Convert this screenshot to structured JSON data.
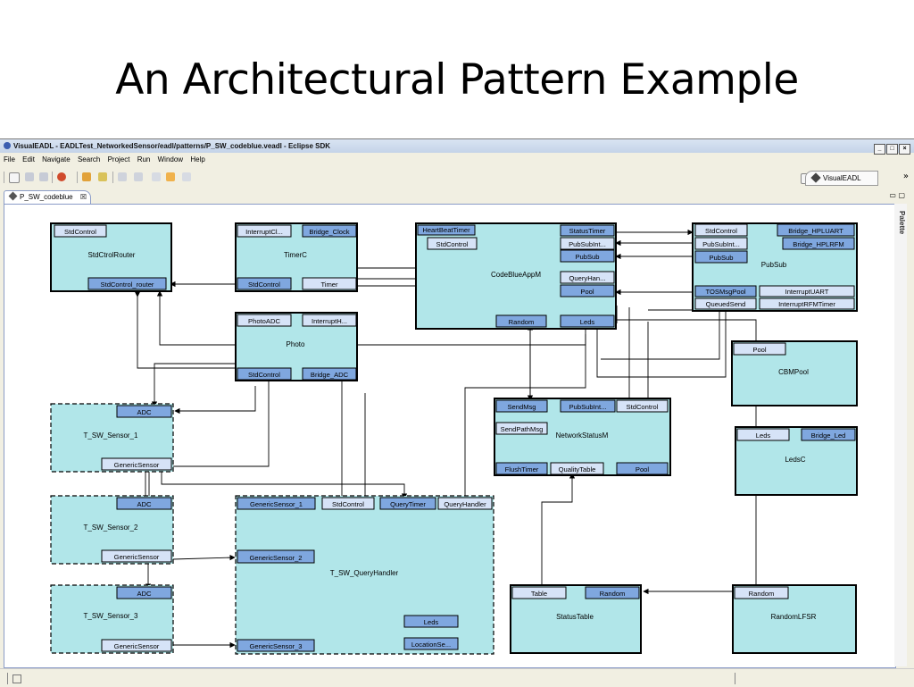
{
  "slide": {
    "title": "An Architectural Pattern Example"
  },
  "window": {
    "title": "VisualEADL - EADLTest_NetworkedSensor/eadl/patterns/P_SW_codeblue.veadl - Eclipse SDK",
    "buttons": [
      "_",
      "□",
      "×"
    ]
  },
  "menu": [
    "File",
    "Edit",
    "Navigate",
    "Search",
    "Project",
    "Run",
    "Window",
    "Help"
  ],
  "perspective": {
    "label": "VisualEADL"
  },
  "chevron": "»",
  "editor": {
    "tab_label": "P_SW_codeblue",
    "tab_close": "☒",
    "palette_label": "Palette"
  },
  "components": [
    {
      "id": "stdctrl",
      "name": "StdCtrolRouter",
      "dashed": false,
      "ports": [
        "StdControl",
        "StdControl_router"
      ]
    },
    {
      "id": "timerc",
      "name": "TimerC",
      "dashed": false,
      "ports": [
        "InterruptCl...",
        "Bridge_Clock",
        "StdControl",
        "Timer"
      ]
    },
    {
      "id": "codeblue",
      "name": "CodeBlueAppM",
      "dashed": false,
      "ports": [
        "HeartBeatTimer",
        "StdControl",
        "StatusTimer",
        "PubSubInt...",
        "PubSub",
        "QueryHan...",
        "Pool",
        "Random",
        "Leds"
      ]
    },
    {
      "id": "pubsub",
      "name": "PubSub",
      "dashed": false,
      "ports": [
        "StdControl",
        "Bridge_HPLUART",
        "PubSubInt...",
        "Bridge_HPLRFM",
        "PubSub",
        "TOSMsgPool",
        "InterruptUART",
        "QueuedSend",
        "InterruptRFMTimer"
      ]
    },
    {
      "id": "photo",
      "name": "Photo",
      "dashed": false,
      "ports": [
        "PhotoADC",
        "InterruptH...",
        "StdControl",
        "Bridge_ADC"
      ]
    },
    {
      "id": "cbmpool",
      "name": "CBMPool",
      "dashed": false,
      "ports": [
        "Pool"
      ]
    },
    {
      "id": "sensor1",
      "name": "T_SW_Sensor_1",
      "dashed": true,
      "ports": [
        "ADC",
        "GenericSensor"
      ]
    },
    {
      "id": "netstat",
      "name": "NetworkStatusM",
      "dashed": false,
      "ports": [
        "SendMsg",
        "PubSubInt...",
        "StdControl",
        "SendPathMsg",
        "FlushTimer",
        "QualityTable",
        "Pool"
      ]
    },
    {
      "id": "ledsc",
      "name": "LedsC",
      "dashed": false,
      "ports": [
        "Leds",
        "Bridge_Led"
      ]
    },
    {
      "id": "sensor2",
      "name": "T_SW_Sensor_2",
      "dashed": true,
      "ports": [
        "ADC",
        "GenericSensor"
      ]
    },
    {
      "id": "query",
      "name": "T_SW_QueryHandler",
      "dashed": true,
      "ports": [
        "GenericSensor_1",
        "StdControl",
        "QueryTimer",
        "QueryHandler",
        "GenericSensor_2",
        "Leds",
        "GenericSensor_3",
        "LocationSe..."
      ]
    },
    {
      "id": "sensor3",
      "name": "T_SW_Sensor_3",
      "dashed": true,
      "ports": [
        "ADC",
        "GenericSensor"
      ]
    },
    {
      "id": "statustable",
      "name": "StatusTable",
      "dashed": false,
      "ports": [
        "Table",
        "Random"
      ]
    },
    {
      "id": "randomlfsr",
      "name": "RandomLFSR",
      "dashed": false,
      "ports": [
        "Random"
      ]
    }
  ],
  "colors": {
    "component_fill": "#b1e6e9",
    "port_dark": "#7fa7df",
    "port_light": "#d6e3f7",
    "border": "#000000"
  }
}
